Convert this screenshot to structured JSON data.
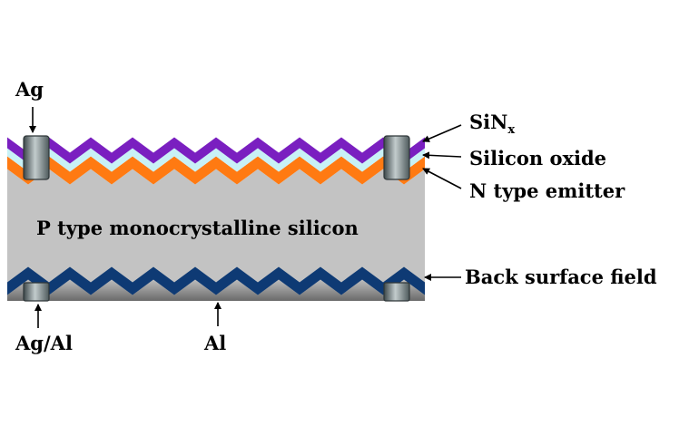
{
  "labels": {
    "ag_top": "Ag",
    "sinx_main": "SiN",
    "sinx_sub": "x",
    "silicon_oxide": "Silicon oxide",
    "n_type_emitter": "N type emitter",
    "p_type_silicon": "P type monocrystalline silicon",
    "back_surface_field": "Back surface field",
    "ag_al": "Ag/Al",
    "al": "Al"
  },
  "colors": {
    "sinx": "#7a1fc0",
    "silicon_oxide": "#c8f1f6",
    "n_type_emitter": "#ff7a12",
    "p_type_silicon": "#c3c3c3",
    "back_surface_field": "#0e3a74",
    "contact": "#6f7d80"
  }
}
